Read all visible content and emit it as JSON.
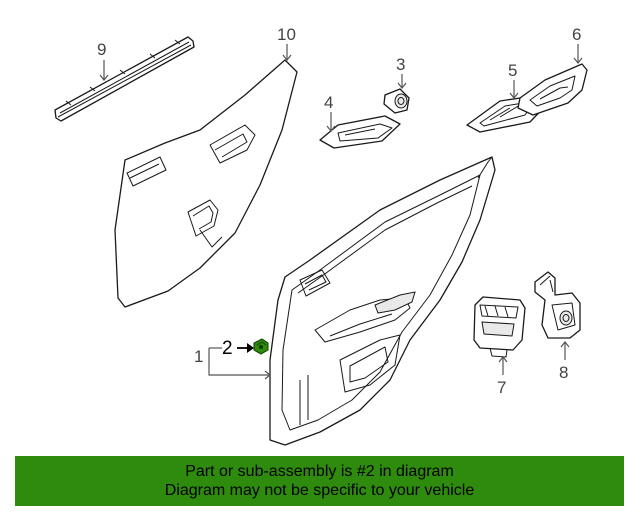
{
  "diagram": {
    "callouts": {
      "c1": "1",
      "c2": "2",
      "c3": "3",
      "c4": "4",
      "c5": "5",
      "c6": "6",
      "c7": "7",
      "c8": "8",
      "c9": "9",
      "c10": "10"
    },
    "highlight_color": "#2e8b0e"
  },
  "banner": {
    "line1": "Part or sub-assembly is #2 in diagram",
    "line2": "Diagram may not be specific to your vehicle",
    "background": "#2e8b0e"
  }
}
